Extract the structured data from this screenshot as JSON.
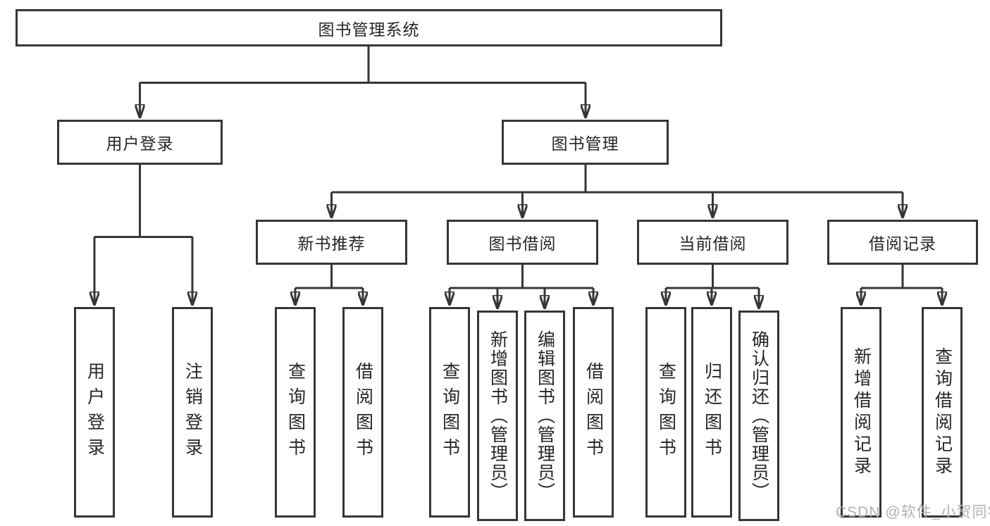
{
  "diagram_title": "图书管理系统",
  "colors": {
    "line": "#363636",
    "text": "#262626",
    "background": "#ffffff",
    "watermark": "#b2b2b2"
  },
  "tree": {
    "root": {
      "label": "图书管理系统"
    },
    "branches": [
      {
        "label": "用户登录",
        "children": [
          {
            "label": "用户登录"
          },
          {
            "label": "注销登录"
          }
        ]
      },
      {
        "label": "图书管理",
        "groups": [
          {
            "label": "新书推荐",
            "children": [
              {
                "label": "查询图书"
              },
              {
                "label": "借阅图书"
              }
            ]
          },
          {
            "label": "图书借阅",
            "children": [
              {
                "label": "查询图书"
              },
              {
                "label": "新增图书（管理员）"
              },
              {
                "label": "编辑图书（管理员）"
              },
              {
                "label": "借阅图书"
              }
            ]
          },
          {
            "label": "当前借阅",
            "children": [
              {
                "label": "查询图书"
              },
              {
                "label": "归还图书"
              },
              {
                "label": "确认归还（管理员）"
              }
            ]
          },
          {
            "label": "借阅记录",
            "children": [
              {
                "label": "新增借阅记录"
              },
              {
                "label": "查询借阅记录"
              }
            ]
          }
        ]
      }
    ]
  },
  "watermark": {
    "text": "CSDN @软件_小贺同学"
  }
}
